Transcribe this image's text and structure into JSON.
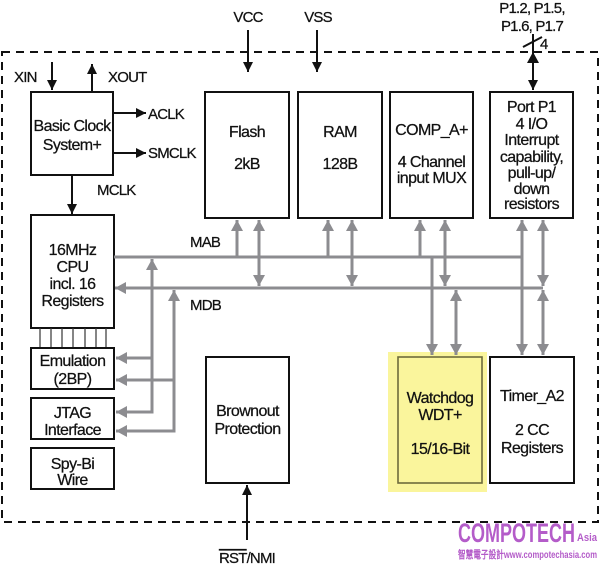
{
  "signals": {
    "xin": "XIN",
    "xout": "XOUT",
    "aclk": "ACLK",
    "smclk": "SMCLK",
    "mclk": "MCLK",
    "vcc": "VCC",
    "vss": "VSS",
    "port_pins": [
      "P1.2, P1.5,",
      "P1.6, P1.7"
    ],
    "port_bus_width": "4",
    "reset": {
      "overlined": "RST",
      "rest": "/NMI"
    }
  },
  "buses": {
    "mab": "MAB",
    "mdb": "MDB"
  },
  "blocks": {
    "clock_system": [
      "Basic Clock",
      "System+"
    ],
    "cpu": [
      "16MHz",
      "CPU",
      "incl. 16",
      "Registers"
    ],
    "emulation": [
      "Emulation",
      "(2BP)"
    ],
    "jtag": [
      "JTAG",
      "Interface"
    ],
    "spy_bi_wire": [
      "Spy-Bi",
      "Wire"
    ],
    "flash": [
      "Flash",
      "2kB"
    ],
    "ram": [
      "RAM",
      "128B"
    ],
    "comparator": [
      "COMP_A+",
      "4 Channel",
      "input MUX"
    ],
    "port_p1": [
      "Port P1",
      "4 I/O",
      "Interrupt",
      "capability,",
      "pull-up/",
      "down",
      "resistors"
    ],
    "brownout": [
      "Brownout",
      "Protection"
    ],
    "watchdog": [
      "Watchdog",
      "WDT+",
      "15/16-Bit"
    ],
    "timer": [
      "Timer_A2",
      "2 CC",
      "Registers"
    ]
  },
  "highlighted_block": "watchdog",
  "watermark": {
    "brand": "COMPOTECH",
    "suffix": "Asia",
    "tagline": "智慧電子設計www.compotechasia.com"
  },
  "colors": {
    "highlight": "#faf59c",
    "bus": "#8c8c90",
    "brand": "#b45cc9",
    "line": "#111111"
  }
}
